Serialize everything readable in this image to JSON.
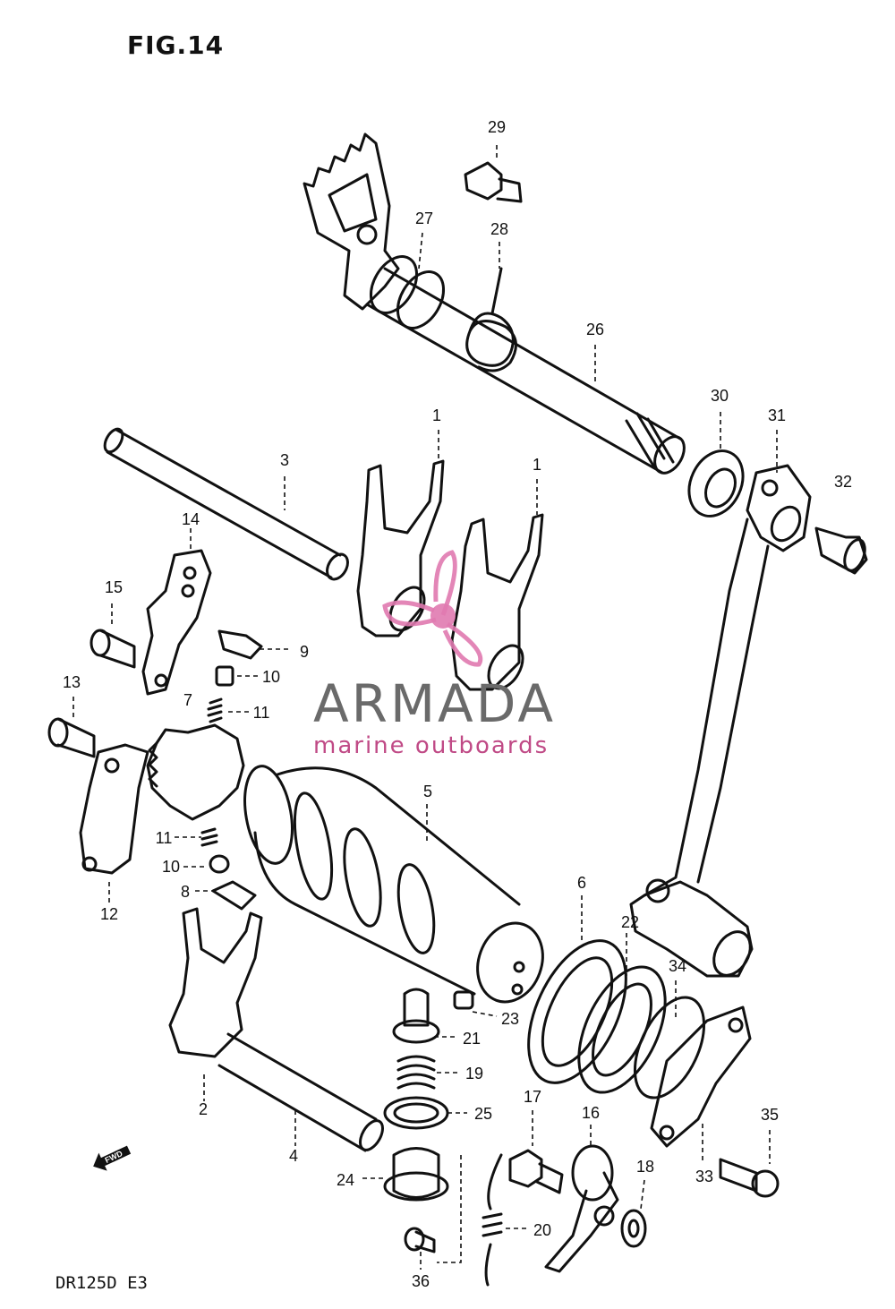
{
  "figure": {
    "title": "FIG.14",
    "model": "DR125D E3"
  },
  "watermark": {
    "brand": "ARMADA",
    "tagline": "marine outboards",
    "brand_color": "#6a6a6a",
    "accent_color": "#e07ab0"
  },
  "direction_marker": {
    "label": "FWD",
    "icon": "arrow-left-icon"
  },
  "parts": [
    {
      "id": "29",
      "label": "29"
    },
    {
      "id": "27",
      "label": "27"
    },
    {
      "id": "28",
      "label": "28"
    },
    {
      "id": "26",
      "label": "26"
    },
    {
      "id": "30",
      "label": "30"
    },
    {
      "id": "31",
      "label": "31"
    },
    {
      "id": "32",
      "label": "32"
    },
    {
      "id": "1a",
      "label": "1"
    },
    {
      "id": "1b",
      "label": "1"
    },
    {
      "id": "3",
      "label": "3"
    },
    {
      "id": "14",
      "label": "14"
    },
    {
      "id": "15",
      "label": "15"
    },
    {
      "id": "9",
      "label": "9"
    },
    {
      "id": "10a",
      "label": "10"
    },
    {
      "id": "13",
      "label": "13"
    },
    {
      "id": "7",
      "label": "7"
    },
    {
      "id": "11a",
      "label": "11"
    },
    {
      "id": "5",
      "label": "5"
    },
    {
      "id": "11b",
      "label": "11"
    },
    {
      "id": "10b",
      "label": "10"
    },
    {
      "id": "8",
      "label": "8"
    },
    {
      "id": "12",
      "label": "12"
    },
    {
      "id": "6",
      "label": "6"
    },
    {
      "id": "22",
      "label": "22"
    },
    {
      "id": "34",
      "label": "34"
    },
    {
      "id": "23",
      "label": "23"
    },
    {
      "id": "21",
      "label": "21"
    },
    {
      "id": "19",
      "label": "19"
    },
    {
      "id": "25",
      "label": "25"
    },
    {
      "id": "2",
      "label": "2"
    },
    {
      "id": "4",
      "label": "4"
    },
    {
      "id": "17",
      "label": "17"
    },
    {
      "id": "16",
      "label": "16"
    },
    {
      "id": "35",
      "label": "35"
    },
    {
      "id": "18",
      "label": "18"
    },
    {
      "id": "33",
      "label": "33"
    },
    {
      "id": "24",
      "label": "24"
    },
    {
      "id": "20",
      "label": "20"
    },
    {
      "id": "36",
      "label": "36"
    }
  ]
}
